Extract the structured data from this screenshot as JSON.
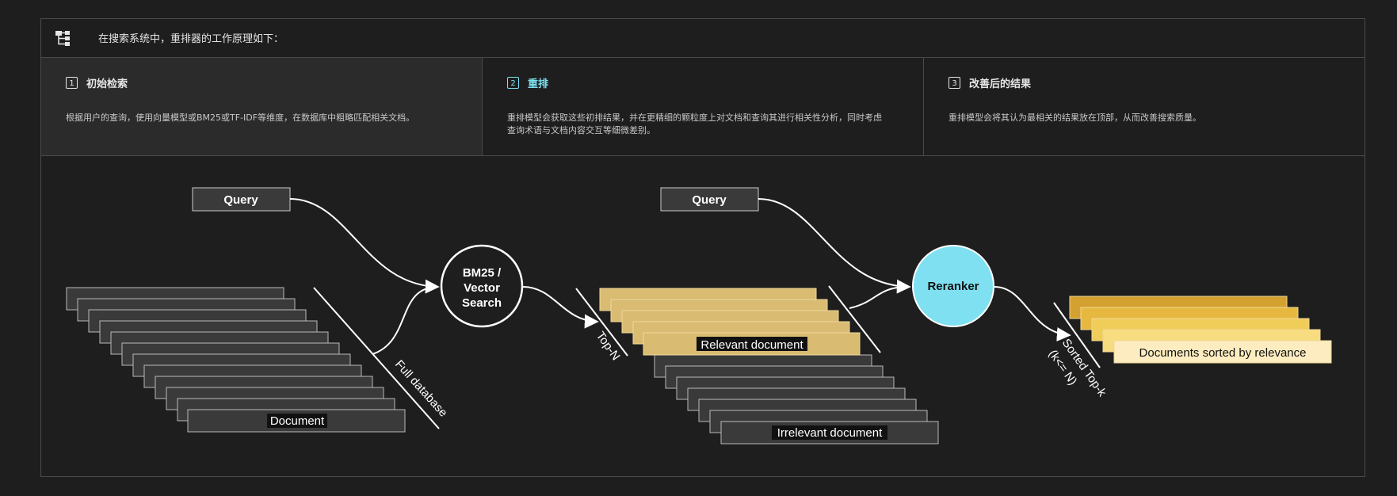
{
  "header": {
    "title": "在搜索系统中，重排器的工作原理如下："
  },
  "steps": [
    {
      "num": "1",
      "title": "初始检索",
      "desc": "根据用户的查询，使用向量模型或BM25或TF-IDF等维度，在数据库中粗略匹配相关文档。"
    },
    {
      "num": "2",
      "title": "重排",
      "desc": "重排模型会获取这些初排结果，并在更精细的颗粒度上对文档和查询其进行相关性分析，同时考虑查询术语与文档内容交互等细微差别。"
    },
    {
      "num": "3",
      "title": "改善后的结果",
      "desc": "重排模型会将其认为最相关的结果放在顶部，从而改善搜索质量。"
    }
  ],
  "diagram": {
    "query_left": "Query",
    "query_right": "Query",
    "bm25_line1": "BM25 /",
    "bm25_line2": "Vector",
    "bm25_line3": "Search",
    "reranker": "Reranker",
    "document": "Document",
    "full_database": "Full database",
    "top_n": "Top-N",
    "relevant_document": "Relevant document",
    "irrelevant_document": "Irrelevant document",
    "sorted_top_k": "Sorted Top-k",
    "k_le_n": "(k<= N)",
    "documents_sorted": "Documents sorted by relevance",
    "colors": {
      "reranker_fill": "#7ee0f0",
      "relevant_fill": "#d9bb72",
      "sorted_fills": [
        "#d4a030",
        "#e6b840",
        "#f0cc58",
        "#f7dc80",
        "#fdecc0"
      ]
    }
  }
}
